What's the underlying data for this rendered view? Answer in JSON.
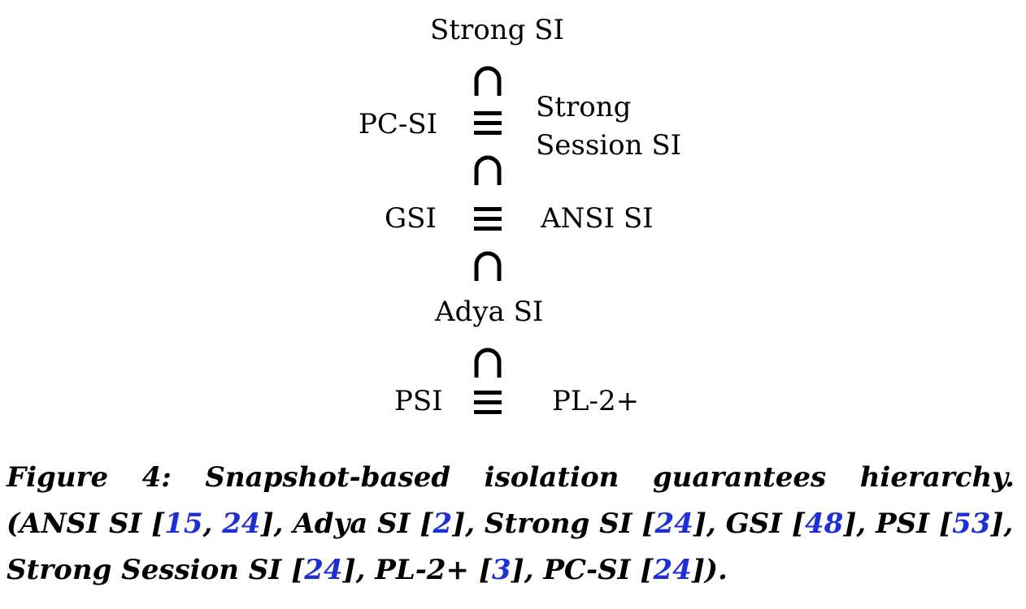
{
  "hierarchy": {
    "strong_si": "Strong SI",
    "pc_si": "PC-SI",
    "strong_session_si_line1": "Strong",
    "strong_session_si_line2": "Session SI",
    "gsi": "GSI",
    "ansi_si": "ANSI SI",
    "adya_si": "Adya SI",
    "psi": "PSI",
    "pl2plus": "PL-2+"
  },
  "symbols": {
    "subset": "⊃ (rotated, opening downward)",
    "equivalent": "≡"
  },
  "caption": {
    "w1": "Figure",
    "w2": "4:",
    "w3": "Snapshot-based",
    "w4": "isolation",
    "w5": "guarantees",
    "w6": "hierarchy.",
    "l2a": "(ANSI SI [",
    "r15": "15",
    "l2b": ", ",
    "r24a": "24",
    "l2c": "], Adya SI [",
    "r2": "2",
    "l2d": "], Strong SI [",
    "r24b": "24",
    "l2e": "], GSI [",
    "r48": "48",
    "l2f": "], PSI [",
    "r53": "53",
    "l2g": "],",
    "l3a": "Strong Session SI [",
    "r24c": "24",
    "l3b": "], PL-2+ [",
    "r3": "3",
    "l3c": "], PC-SI [",
    "r24d": "24",
    "l3d": "])."
  },
  "colors": {
    "text": "#000000",
    "reference_link": "#1f2fd6"
  }
}
